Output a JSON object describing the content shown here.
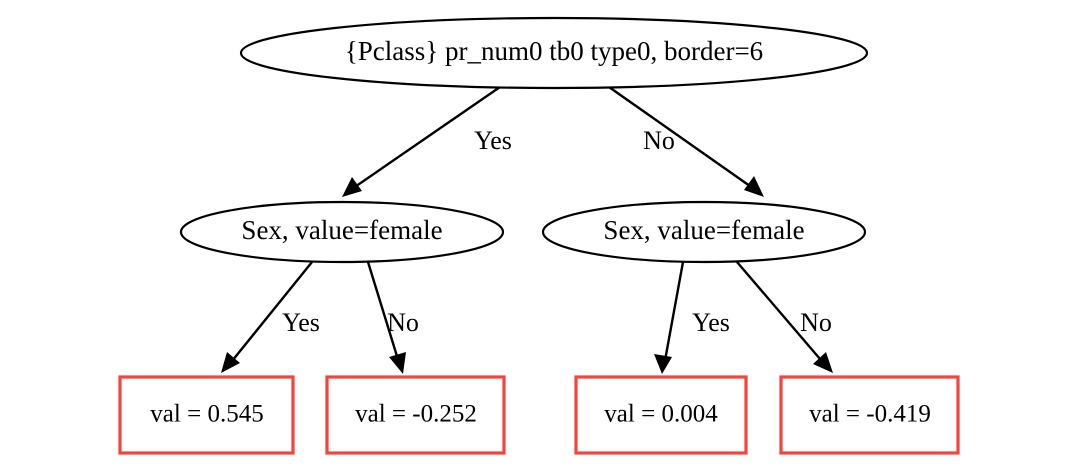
{
  "diagram": {
    "type": "decision-tree",
    "title_text": "{Pclass} pr_num0 tb0 type0, border=6",
    "background_color": "#ffffff",
    "node_stroke_color": "#000000",
    "leaf_stroke_color": "#f4443c",
    "text_color": "#000000"
  },
  "nodes": {
    "root": {
      "label": "{Pclass} pr_num0 tb0 type0, border=6",
      "shape": "ellipse"
    },
    "split_left": {
      "label": "Sex, value=female",
      "shape": "ellipse"
    },
    "split_right": {
      "label": "Sex, value=female",
      "shape": "ellipse"
    },
    "leaf_1": {
      "label": "val = 0.545",
      "value": 0.545,
      "shape": "rect"
    },
    "leaf_2": {
      "label": "val = -0.252",
      "value": -0.252,
      "shape": "rect"
    },
    "leaf_3": {
      "label": "val = 0.004",
      "value": 0.004,
      "shape": "rect"
    },
    "leaf_4": {
      "label": "val = -0.419",
      "value": -0.419,
      "shape": "rect"
    }
  },
  "edges": {
    "root_yes": "Yes",
    "root_no": "No",
    "left_yes": "Yes",
    "left_no": "No",
    "right_yes": "Yes",
    "right_no": "No"
  }
}
